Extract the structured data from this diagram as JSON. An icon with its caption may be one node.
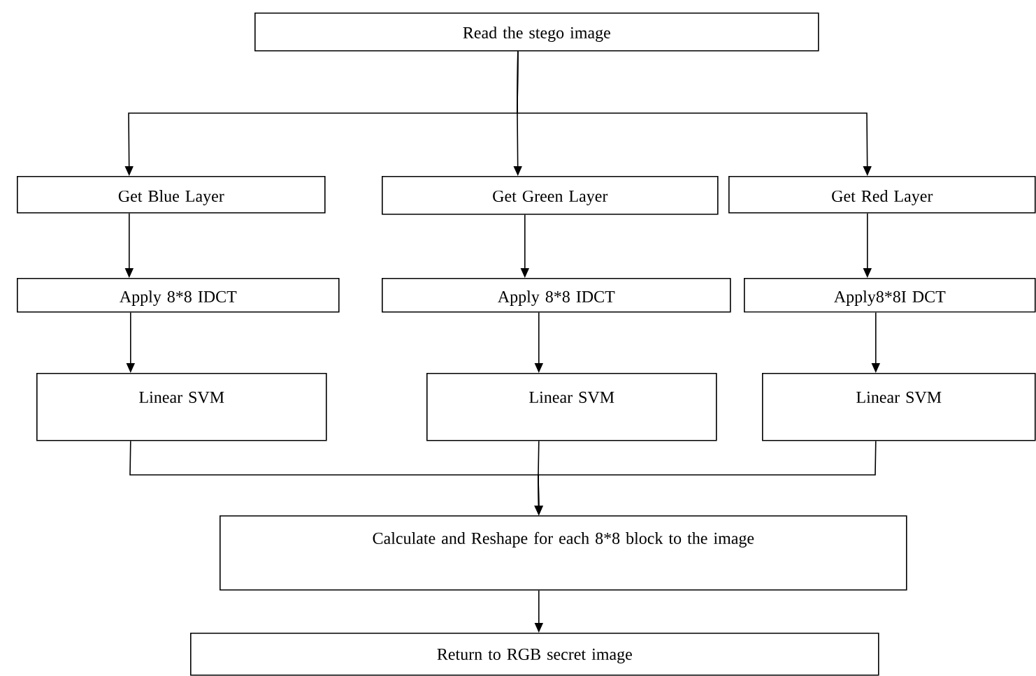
{
  "diagram": {
    "nodes": [
      {
        "text": [
          "Read the stego image"
        ]
      },
      {
        "text": [
          "Get Blue Layer"
        ]
      },
      {
        "text": [
          "Get Green Layer"
        ]
      },
      {
        "text": [
          "Get Red Layer"
        ]
      },
      {
        "text": [
          "Apply 8*8 IDCT"
        ]
      },
      {
        "text": [
          "Apply 8*8 IDCT"
        ]
      },
      {
        "text": [
          "Apply8*8I DCT"
        ]
      },
      {
        "text": [
          "Linear SVM"
        ]
      },
      {
        "text": [
          "Linear SVM"
        ]
      },
      {
        "text": [
          "Linear SVM"
        ]
      },
      {
        "text": [
          "Calculate and Reshape for each 8*8 block to the image"
        ]
      },
      {
        "text": [
          "Return to RGB secret image"
        ]
      }
    ],
    "edges": [
      {
        "from": 0,
        "to": 1,
        "arrow": "to"
      },
      {
        "from": 0,
        "to": 2,
        "arrow": "to"
      },
      {
        "from": 0,
        "to": 3,
        "arrow": "to"
      },
      {
        "from": 1,
        "to": 4,
        "arrow": "to"
      },
      {
        "from": 2,
        "to": 5,
        "arrow": "to"
      },
      {
        "from": 3,
        "to": 6,
        "arrow": "to"
      },
      {
        "from": 4,
        "to": 7,
        "arrow": "to"
      },
      {
        "from": 5,
        "to": 8,
        "arrow": "to"
      },
      {
        "from": 6,
        "to": 9,
        "arrow": "to"
      },
      {
        "from": 7,
        "to": 10,
        "arrow": "to"
      },
      {
        "from": 8,
        "to": 10,
        "arrow": "to"
      },
      {
        "from": 9,
        "to": 10,
        "arrow": "to"
      },
      {
        "from": 10,
        "to": 11,
        "arrow": "to"
      }
    ]
  }
}
